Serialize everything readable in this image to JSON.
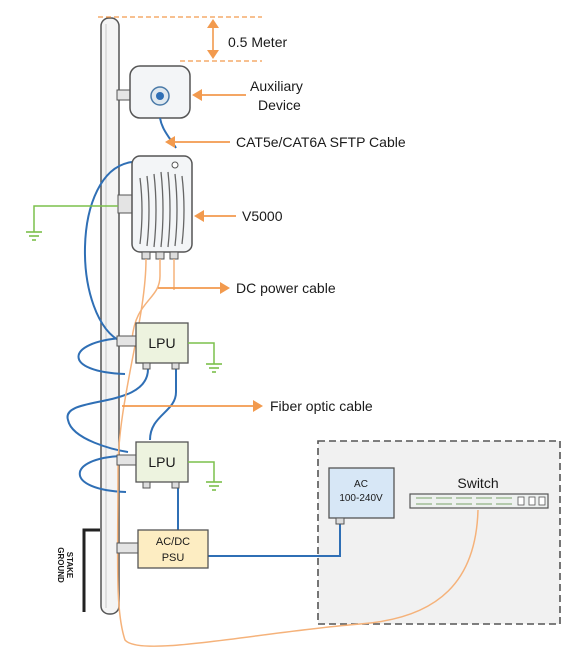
{
  "labels": {
    "height": "0.5 Meter",
    "aux_line1": "Auxiliary",
    "aux_line2": "Device",
    "cat_cable": "CAT5e/CAT6A SFTP Cable",
    "v5000": "V5000",
    "dc_cable": "DC power cable",
    "fiber_cable": "Fiber optic cable"
  },
  "boxes": {
    "lpu_top": "LPU",
    "lpu_bottom": "LPU",
    "psu_line1": "AC/DC",
    "psu_line2": "PSU",
    "ac_line1": "AC",
    "ac_line2": "100-240V",
    "switch": "Switch",
    "ground_line1": "GROUND",
    "ground_line2": "STAKE"
  },
  "colors": {
    "orange_arrow": "#f29a4e",
    "blue_cable": "#2f6fb5",
    "fiber": "#f5b27a",
    "ground": "#7cc04b",
    "lpu_fill": "#edf3df",
    "psu_fill": "#fdedc2",
    "ac_fill": "#d7e7f6"
  }
}
